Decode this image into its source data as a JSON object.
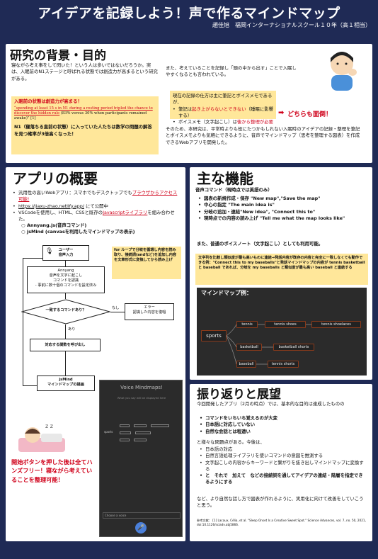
{
  "header": {
    "title": "アイデアを記録しよう！声で作るマインドマップ",
    "author": "趙佳旭　福岡インターナショナルスクール１０年（高１相当）"
  },
  "background": {
    "heading": "研究の背景・目的",
    "p1": "寝ながら考え事をして閃いた！という人は多いではないだろうか。実は、入眠前のN1ステージと呼ばれる状態では創造力が高まるという研究がある。",
    "quote_title": "入眠前の状態は創造力が高まる！",
    "quote_red": "“spending at least 15 s in N1 during a resting period tripled the chance to discover the hidden rule",
    "quote_black": "(83% versus 30% when participants remained awake)” [1]",
    "quote_conclusion": "N1（寝落ちる直前の状態）に入っていた人たちは数学の問題の解答を見つ確率が3倍高くなった！",
    "p2": "また、考えていることを記録し「頭の中から出す」ことで入眠しやすくなるとも言われている。",
    "record_title": "現在の記録の仕方は主に筆記とボイスメモであるが、",
    "record_items": [
      "筆記は起き上がらないとできない（睡眠に影響する）",
      "ボイスメモ（文字起こし）は後から整理が必要"
    ],
    "both_problem": "どちらも面倒！",
    "p3": "そのため、本研究は、平常時よりも役にたつかもしれない入眠時のアイデアの記録・整理を筆記とボイスメモよりも気軽にできるように、音声でマインドマップ（思考を整理する図表）を作成できるWebアプリを開発した。"
  },
  "overview": {
    "heading": "アプリの概要",
    "items": [
      "汎用性の高いWebアプリ：スマホでもデスクトップでもプラウザからアクセス可能!",
      "https://jiaxu-zhao.netlify.app/ にて公開中",
      "VSCodeを使用し、HTML、CSSと既存のJavascriptライブラリを組み合わせた。"
    ],
    "libs": [
      "Annyang.js(音声コマンド)",
      "jsMind (canvasを利用したマインドマップの表示)"
    ],
    "flow": {
      "user": "ユーザー\n音声入力",
      "annyang": "Annyang\n音声を文字に起こし\nコマンドを認識\n- 事前に数十個のコマンドを設定済み",
      "decision": "一致するコマンドあり？",
      "no": "なし",
      "yes": "あり",
      "error": "エラー\n認識した内容を復唱",
      "call": "対応する関数を呼び出し",
      "jsmind": "jsMind\nマインドマップの描画"
    },
    "note": "for ループで分岐を循環し内容を読み取り、接続詞(andなど)を追加し内容を文章形式に変換してから読み上げ",
    "app": {
      "title": "Voice Mindmaps!",
      "sub": "What you say will be displayed here",
      "choose": "Choose a voice"
    },
    "caption": "開始ボタンを押した後は全てハンズフリー！寝ながら考えていることを整理可能！"
  },
  "features": {
    "heading": "主な機能",
    "intro": "音声コマンド（現時点では英語のみ）",
    "items": [
      "図表の新規作成・保存 \"New map\",\"Save the map\"",
      "中心の指定 \"The main idea is\"",
      "分岐の追加・連結\"New idea\", \"Connect this to\"",
      "現時点での内容の読み上げ \"Tell me what the map looks like\""
    ],
    "note2": "また、普通のボイスノート（文字起こし）としても利用可能。",
    "box": "文字列を比較し類似度が最も高いものに連結→発話内容が既存の内容と完全に一致しなくても動作できる例：\"Connect this to my baseballs\"と発話マインドマップの内容が tennis basketball と baseball であれば、分岐を my baseballs と類似度が最も高い baseball と連結する",
    "mm_title": "マインドマップ例：",
    "nodes": [
      "sports",
      "tennis",
      "tennis shoes",
      "tennis shoelaces",
      "basketball",
      "basketball shorts",
      "baseball",
      "tennis shorts"
    ]
  },
  "reflection": {
    "heading": "振り返りと展望",
    "p1": "今回開発したアプリ（2月の時点）では、基本的な目的は達成したものの",
    "issues": [
      "コマンドをいちいち覚えるのが大変",
      "日本語に対応していない",
      "自然な会話とは程遠い"
    ],
    "p2": "と様々な問題点がある。今後は、",
    "future": [
      "日本語の対応",
      "自然言語処理ライブラリを使いコマンドの意図を推測する",
      "文字起こしの内容からキーワードと繋がりを抜き出しマインドマップに変換する",
      "と　それで　加えて　などの接続詞を通してアイデアの連結・階層を指定できるようにする"
    ],
    "p3": "など、より自然な話し方で図表が作れるように、実用化に向けて改善をしていこうと思う。",
    "ref": "参考文献： [1] Lacaux, Célia, et al. \"Sleep Onset Is a Creative Sweet Spot.\" Science Advances, vol. 7, no. 50, 2021, doi:10.1126/sciadv.abj5866."
  }
}
